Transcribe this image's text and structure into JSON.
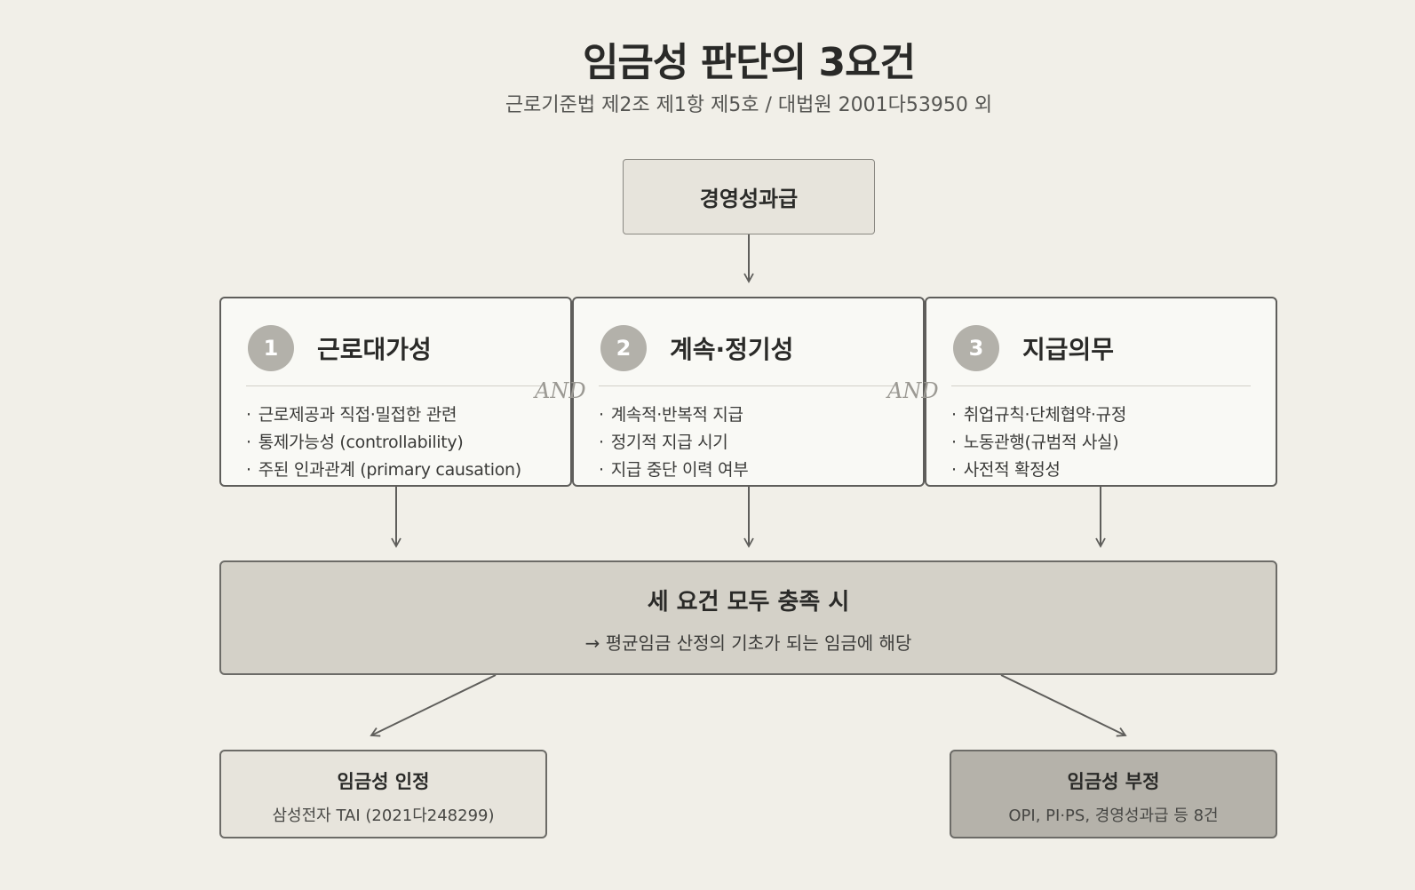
{
  "title": "임금성 판단의 3요건",
  "subtitle": "근로기준법 제2조 제1항 제5호 / 대법원 2001다53950 외",
  "top_node": "경영성과급",
  "connector_word": "AND",
  "requirements": [
    {
      "number": "1",
      "name": "근로대가성",
      "items": [
        "근로제공과 직접·밀접한 관련",
        "통제가능성 (controllability)",
        "주된 인과관계 (primary causation)"
      ]
    },
    {
      "number": "2",
      "name": "계속·정기성",
      "items": [
        "계속적·반복적 지급",
        "정기적 지급 시기",
        "지급 중단 이력 여부"
      ]
    },
    {
      "number": "3",
      "name": "지급의무",
      "items": [
        "취업규칙·단체협약·규정",
        "노동관행(규범적 사실)",
        "사전적 확정성"
      ]
    }
  ],
  "result": {
    "title": "세 요건 모두 충족 시",
    "subtitle": "→ 평균임금 산정의 기초가 되는 임금에 해당"
  },
  "outcomes": {
    "positive": {
      "title": "임금성 인정",
      "detail": "삼성전자 TAI (2021다248299)"
    },
    "negative": {
      "title": "임금성 부정",
      "detail": "OPI, PI·PS, 경영성과급 등 8건"
    }
  },
  "colors": {
    "background": "#f1efe8",
    "node_fill": "#e7e4dc",
    "result_fill": "#d4d1c8",
    "negative_fill": "#b5b2aa",
    "badge": "#b3b1aa",
    "stroke": "#5f5e5b"
  }
}
